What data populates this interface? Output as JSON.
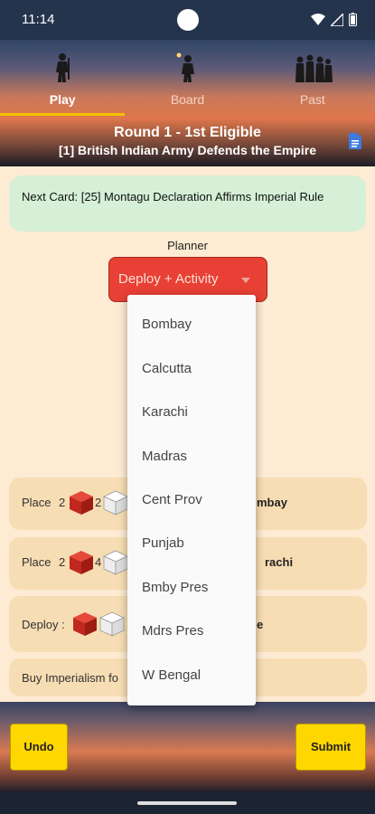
{
  "status": {
    "time": "11:14"
  },
  "tabs": [
    {
      "label": "Play",
      "icon": "soldier-icon",
      "active": true
    },
    {
      "label": "Board",
      "icon": "soldier-lamp-icon",
      "active": false
    },
    {
      "label": "Past",
      "icon": "group-soldiers-icon",
      "active": false
    }
  ],
  "header": {
    "round": "Round 1 - 1st Eligible",
    "event": "[1] British Indian Army Defends the Empire"
  },
  "next_card": "Next Card: [25] Montagu Declaration Affirms Imperial Rule",
  "planner": {
    "label": "Planner",
    "selected": "Deploy + Activity"
  },
  "rows": [
    {
      "label": "Place",
      "n1": "2",
      "n2": "2",
      "suffix": "mbay"
    },
    {
      "label": "Place",
      "n1": "2",
      "n2": "4",
      "suffix": "rachi"
    },
    {
      "label": "Deploy :",
      "suffix": "e"
    },
    {
      "label": "Buy Imperialism fo"
    }
  ],
  "dropdown": {
    "items": [
      "Bombay",
      "Calcutta",
      "Karachi",
      "Madras",
      "Cent Prov",
      "Punjab",
      "Bmby Pres",
      "Mdrs Pres",
      "W Bengal"
    ]
  },
  "buttons": {
    "undo": "Undo",
    "submit": "Submit"
  },
  "colors": {
    "accent_yellow": "#ffd700",
    "planner_red": "#e84034",
    "card_green": "#d5f0d6",
    "content_bg": "#fdebd3"
  }
}
